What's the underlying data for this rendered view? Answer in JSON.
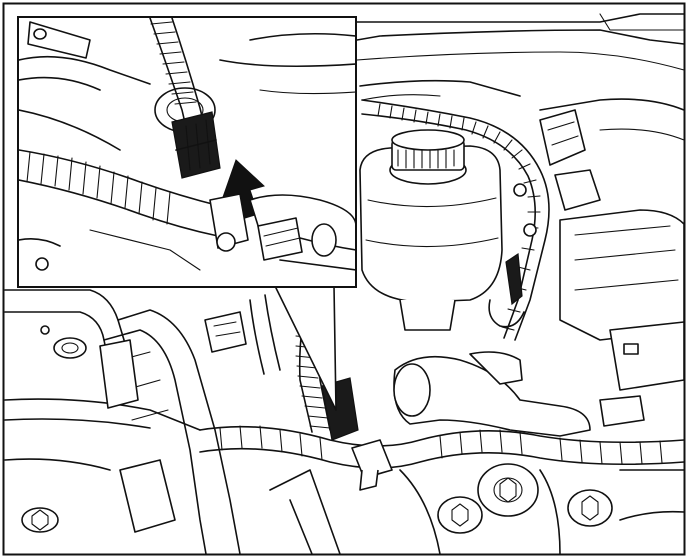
{
  "figure": {
    "type": "technical-illustration",
    "subject": "engine-bay-connector-removal",
    "inset": {
      "present": true,
      "callout_arrow": "up"
    },
    "colors": {
      "line": "#111111",
      "background": "#ffffff",
      "connector_fill": "#1a1a1a"
    }
  }
}
